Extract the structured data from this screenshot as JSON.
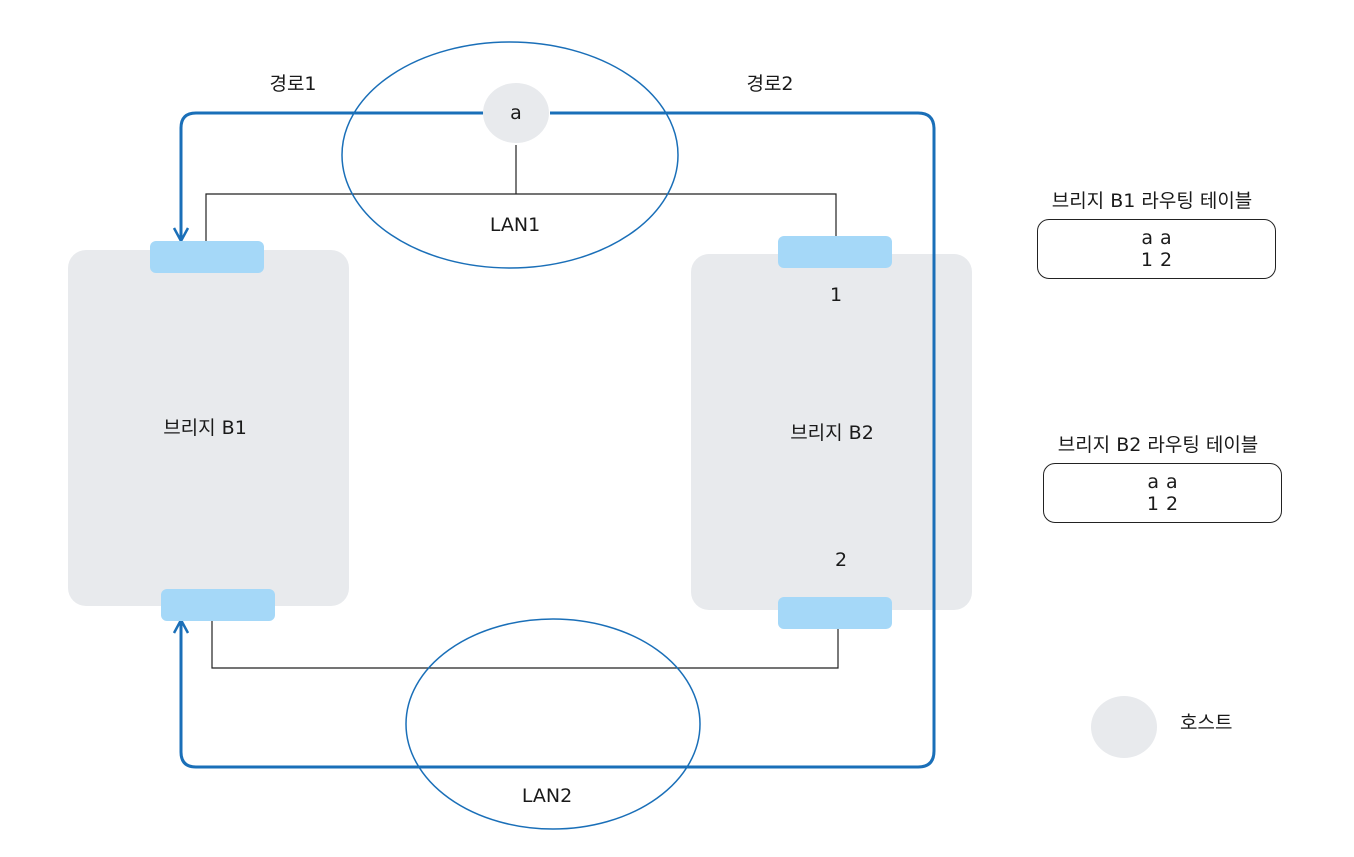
{
  "paths": {
    "path1": "경로1",
    "path2": "경로2"
  },
  "lans": {
    "lan1": "LAN1",
    "lan2": "LAN2"
  },
  "host": {
    "label": "a"
  },
  "bridges": {
    "b1": {
      "label": "브리지 B1"
    },
    "b2": {
      "label": "브리지 B2",
      "port1": "1",
      "port2": "2"
    }
  },
  "tables": {
    "b1": {
      "title": "브리지 B1 라우팅 테이블",
      "row1": [
        "a",
        "a"
      ],
      "row2": [
        "1",
        "2"
      ]
    },
    "b2": {
      "title": "브리지 B2 라우팅 테이블",
      "row1": [
        "a",
        "a"
      ],
      "row2": [
        "1",
        "2"
      ]
    }
  },
  "legend": {
    "host_label": "호스트"
  },
  "colors": {
    "path": "#1a6fb8",
    "port": "#a5d8f8",
    "bridge": "#e8eaed",
    "ellipse": "#1a6fb8"
  }
}
